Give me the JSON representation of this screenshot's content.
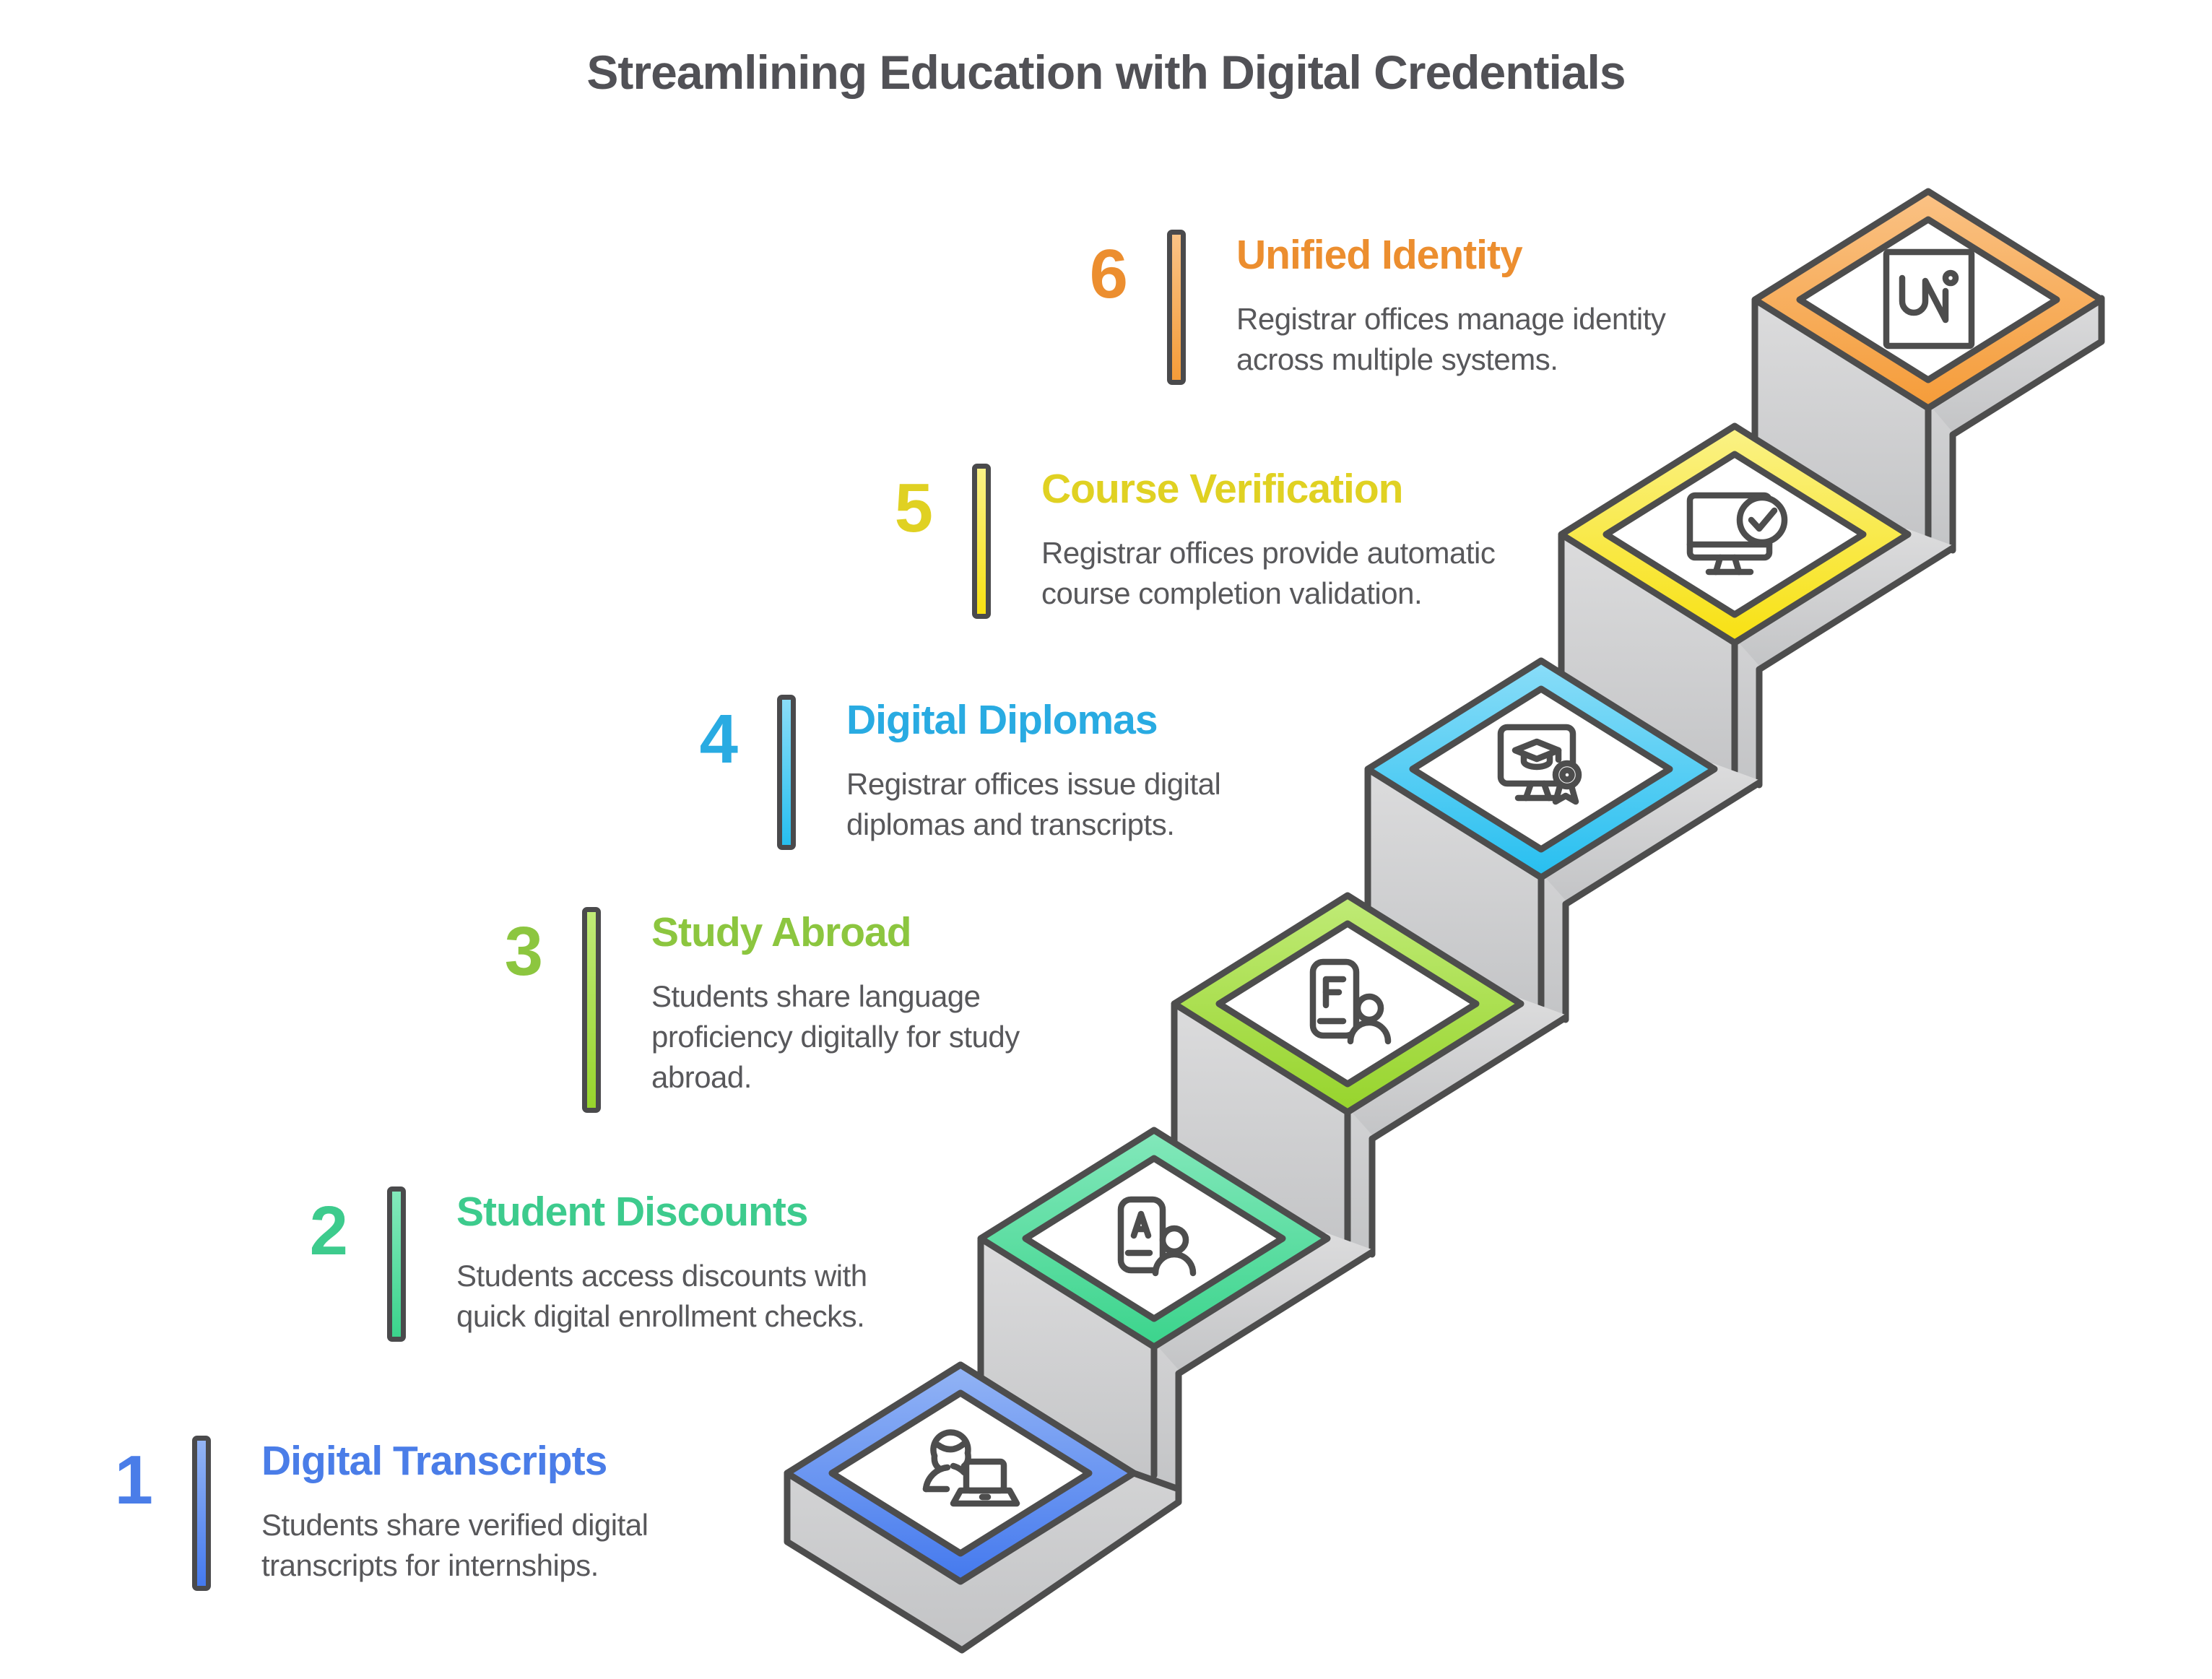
{
  "page_title": "Streamlining Education with Digital Credentials",
  "colors": {
    "ink": "#4D4D4D",
    "bar_border": "#4A4A4C",
    "body_text": "#58585B",
    "title_text": "#515156",
    "gray_face_light": "#DCDCDD",
    "gray_face_dark": "#C3C4C6",
    "diamond_inner": "#FFFFFF"
  },
  "steps": [
    {
      "number": "1",
      "title": "Digital Transcripts",
      "desc": "Students share verified digital\ntranscripts for internships.",
      "accent": "#4A7DE8",
      "accent_light": "#93B4F5",
      "accent_dark": "#4479EE",
      "icon": "student-laptop-icon"
    },
    {
      "number": "2",
      "title": "Student Discounts",
      "desc": "Students access discounts with\nquick digital enrollment checks.",
      "accent": "#3DCB8D",
      "accent_light": "#83E8BB",
      "accent_dark": "#3BD48C",
      "icon": "id-card-a-person-icon"
    },
    {
      "number": "3",
      "title": "Study Abroad",
      "desc": "Students share language\nproficiency digitally for study\nabroad.",
      "accent": "#8CC63F",
      "accent_light": "#C0EB77",
      "accent_dark": "#97D42C",
      "icon": "id-card-f-person-icon"
    },
    {
      "number": "4",
      "title": "Digital Diplomas",
      "desc": "Registrar offices issue digital\ndiplomas and transcripts.",
      "accent": "#29ABE2",
      "accent_light": "#8ADDF8",
      "accent_dark": "#27BFF0",
      "icon": "monitor-graduation-ribbon-icon"
    },
    {
      "number": "5",
      "title": "Course Verification",
      "desc": "Registrar offices provide automatic\ncourse completion validation.",
      "accent": "#E0D122",
      "accent_light": "#FAF287",
      "accent_dark": "#F8E112",
      "icon": "monitor-check-icon"
    },
    {
      "number": "6",
      "title": "Unified Identity",
      "desc": "Registrar offices manage identity\nacross multiple systems.",
      "accent": "#EC8E2F",
      "accent_light": "#FAC285",
      "accent_dark": "#F59C39",
      "icon": "uni-logo-icon"
    }
  ]
}
